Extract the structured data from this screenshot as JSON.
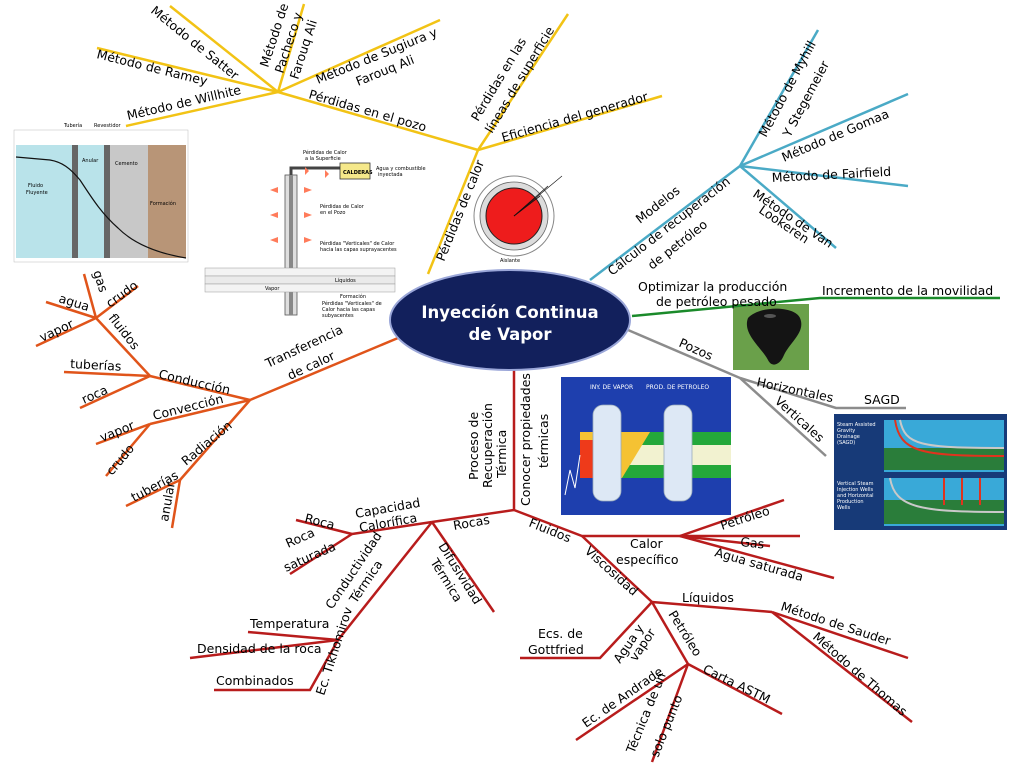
{
  "center": {
    "line1": "Inyección Continua",
    "line2": "de Vapor"
  },
  "colors": {
    "yellow": "#f2c315",
    "teal": "#4aaac6",
    "green": "#1a8a2a",
    "gray": "#8c8c8c",
    "red": "#b81c1c",
    "orange": "#e0541a",
    "center_fill": "#12205c"
  },
  "perdidas": {
    "main": "Pérdidas de calor",
    "pozo": "Pérdidas en el pozo",
    "lineas": [
      "Pérdidas en las",
      "líneas de superficie"
    ],
    "eficiencia": "Eficiencia del generador",
    "willhite": "Método de Willhite",
    "ramey": "Método de Ramey",
    "satter": "Método de Satter",
    "pacheco": [
      "Método de",
      "Pacheco y",
      "Farouq Ali"
    ],
    "sugiura": [
      "Método de Sugiura y",
      "Farouq Ali"
    ]
  },
  "modelos": {
    "main": [
      "Modelos",
      "Cálculo de recuperación",
      "de petróleo"
    ],
    "myhill": [
      "Método de Myhill",
      "Y Stegemeier"
    ],
    "gomaa": "Método de Gomaa",
    "fairfield": "Método de Fairfield",
    "vanlookeren": [
      "Método de Van",
      "Lookeren"
    ]
  },
  "optimizar": {
    "main": [
      "Optimizar la producción",
      "de petróleo pesado"
    ],
    "movilidad": "Incremento de la movilidad"
  },
  "pozos": {
    "main": "Pozos",
    "horizontales": "Horizontales",
    "sagd": "SAGD",
    "verticales": "Verticales"
  },
  "transferencia": {
    "main": [
      "Transferencia",
      "de calor"
    ],
    "fluidos": "fluidos",
    "gas": "gas",
    "crudo": "crudo",
    "agua": "agua",
    "vapor": "vapor",
    "conduccion": "Conducción",
    "tuberias": "tuberías",
    "roca": "roca",
    "conveccion": "Convección",
    "vapor2": "vapor",
    "crudo2": "crudo",
    "radiacion": "Radiación",
    "tuberias2": "tuberías",
    "anular": "anular"
  },
  "proceso": {
    "recuperacion": [
      "Proceso de",
      "Recuperación",
      "Térmica"
    ],
    "conocer": [
      "Conocer propiedades",
      "térmicas"
    ],
    "rocas": "Rocas",
    "capacidad": [
      "Capacidad",
      "Calorífica"
    ],
    "roca": "Roca",
    "roca_saturada": [
      "Roca",
      "saturada"
    ],
    "conductividad": [
      "Conductividad",
      "Térmica"
    ],
    "difusividad": [
      "Difusividad",
      "Térmica"
    ],
    "tikhomirov": "Ec. Tikhomirov",
    "temperatura": "Temperatura",
    "densidad": "Densidad de la roca",
    "combinados": "Combinados",
    "fluidos": "Fluidos",
    "calor_especifico": [
      "Calor",
      "específico"
    ],
    "petroleo": "Petróleo",
    "gas": "Gas",
    "agua_saturada": "Agua saturada",
    "viscosidad": "Viscosidad",
    "liquidos": "Líquidos",
    "sauder": "Método de Sauder",
    "thomas": "Método de Thomas",
    "agua_vapor": [
      "Agua y",
      "vapor"
    ],
    "gottfried": [
      "Ecs. de",
      "Gottfried"
    ],
    "petroleo2": "Petróleo",
    "astm": "Carta ASTM",
    "andrade": "Ec. de Andrade",
    "tecnica": [
      "Técnica de un",
      "solo punto"
    ]
  },
  "images": {
    "well_profile": {
      "tuberia": "Tubería",
      "revestidor": "Revestidor",
      "fluido": [
        "Fluido",
        "Fluyente"
      ],
      "anular": "Anular",
      "cemento": "Cemento",
      "formacion": "Formación"
    },
    "well_diagram": {
      "perdidas_sup": [
        "Pérdidas de Calor",
        "a la Superficie"
      ],
      "calderas": "CALDERAS",
      "agua": [
        "Agua y combustible",
        "inyectada"
      ],
      "perdidas_pozo": [
        "Pérdidas de Calor",
        "en el Pozo"
      ],
      "verticales1": [
        "Pérdidas \"Verticales\" de Calor",
        "hacia las capas suprayacentes"
      ],
      "verticales2": [
        "Pérdidas \"Verticales\" de",
        "Calor hacia las capas",
        "subyacentes"
      ],
      "vapor": "Vapor",
      "formacion": "Formación",
      "liquidos": "Líquidos"
    },
    "pipe_section": {
      "aislante": "Aislante"
    },
    "injection": {
      "iny": "INY. DE VAPOR",
      "prod": "PROD. DE PETROLEO"
    },
    "sagd": {
      "title": [
        "Steam Assisted",
        "Gravity",
        "Drainage",
        "(SAGD)"
      ],
      "vertical": [
        "Vertical Steam",
        "Injection Wells",
        "and Horizontal",
        "Production",
        "Wells"
      ]
    }
  }
}
